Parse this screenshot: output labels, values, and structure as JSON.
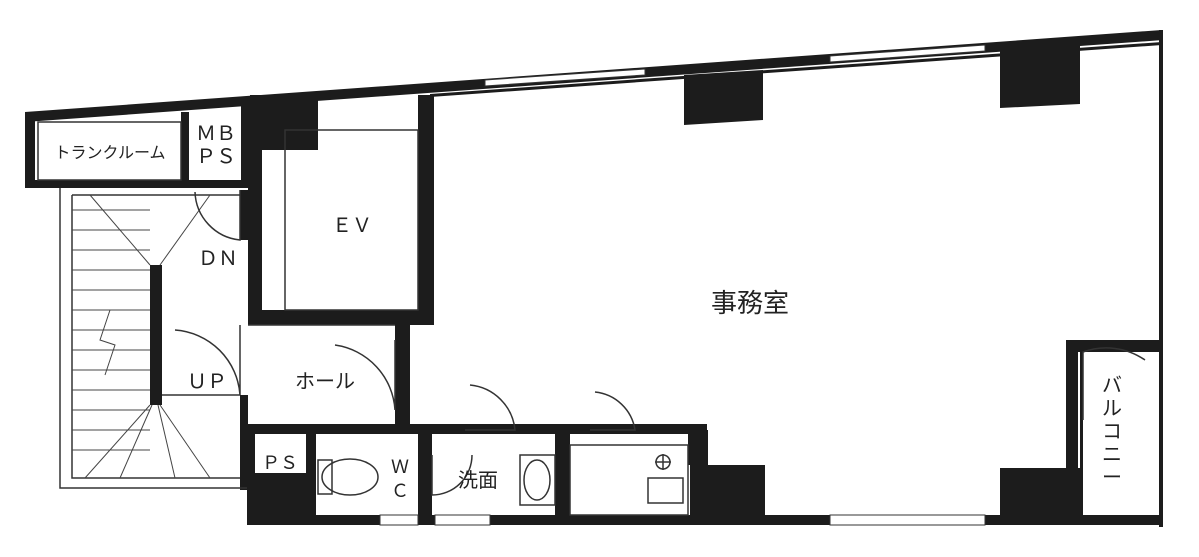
{
  "floor_plan": {
    "rooms": {
      "office": "事務室",
      "elevator": "ＥＶ",
      "hall": "ホール",
      "trunk_room": "トランクルーム",
      "mbps_top": "ＭＢ",
      "mbps_bottom": "ＰＳ",
      "stair_down": "ＤＮ",
      "stair_up": "ＵＰ",
      "ps": "ＰＳ",
      "wc_top": "Ｗ",
      "wc_bottom": "Ｃ",
      "washroom": "洗面",
      "balcony": [
        "バ",
        "ル",
        "コ",
        "ニ",
        "ー"
      ]
    },
    "colors": {
      "wall": "#1c1c1c",
      "line": "#333333",
      "background": "#ffffff"
    }
  }
}
